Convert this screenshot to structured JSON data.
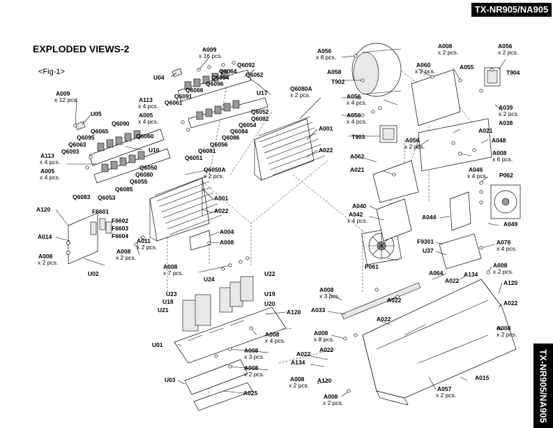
{
  "header": {
    "model": "TX-NR905/NA905"
  },
  "side_tab": {
    "model": "TX-NR905/NA905"
  },
  "title": "EXPLODED VIEWS-2",
  "figure": "<Fig-1>",
  "labels": {
    "a009_top": "A009",
    "a009_top_qty": "x 16 pcs.",
    "u04": "U04",
    "q6092": "Q6092",
    "q6064": "Q6064",
    "q6062": "Q6062",
    "q6094": "Q6094",
    "q6096": "Q6096",
    "q6066": "Q6066",
    "q6091": "Q6091",
    "q6061": "Q6061",
    "u17": "U17",
    "q6080a": "Q6080A",
    "q6080a_qty": "x 2 pcs.",
    "a113_top": "A113",
    "a113_top_qty": "x 4 pcs.",
    "a005_top": "A005",
    "a005_top_qty": "x 4 pcs.",
    "q6052": "Q6052",
    "q6082": "Q6082",
    "q6054": "Q6054",
    "q6084": "Q6084",
    "q6086": "Q6086",
    "q6056": "Q6056",
    "q6081": "Q6081",
    "q6051": "Q6051",
    "a001_right": "A001",
    "a022_right": "A022",
    "a009_left": "A009",
    "a009_left_qty": "x 12 pcs.",
    "u05": "U05",
    "q6065": "Q6065",
    "q6090": "Q6090",
    "q6095": "Q6095",
    "q6060": "Q6060",
    "q6063": "Q6063",
    "q6093": "Q6093",
    "u16": "U16",
    "a113_left": "A113",
    "a113_left_qty": "x 4 pcs.",
    "a005_left": "A005",
    "a005_left_qty": "x 4 pcs.",
    "q6050": "Q6050",
    "q6080": "Q6080",
    "q6055": "Q6055",
    "q6085": "Q6085",
    "q6083": "Q6083",
    "q6053": "Q6053",
    "q6050a": "Q6050A",
    "q6050a_qty": "x 2 pcs.",
    "a001_left": "A001",
    "a022_left": "A022",
    "a120_left": "A120",
    "f6601": "F6601",
    "f6602": "F6602",
    "f6603": "F6603",
    "f6604": "F6604",
    "a014": "A014",
    "a008_l": "A008",
    "a008_l_qty": "x 2 pcs.",
    "u02": "U02",
    "a011": "A011",
    "a011_qty": "x 2 pcs.",
    "a008_m": "A008",
    "a008_m_qty": "x 2 pcs.",
    "a004": "A004",
    "a008_m2": "A008",
    "a008_7": "A008",
    "a008_7_qty": "x 7 pcs.",
    "u24": "U24",
    "u22": "U22",
    "u23": "U23",
    "u18": "U18",
    "u21": "U21",
    "u19": "U19",
    "u20": "U20",
    "a120_mid": "A120",
    "a008_4": "A008",
    "a008_4_qty": "x 4 pcs.",
    "u01": "U01",
    "a008_3": "A008",
    "a008_3_qty": "x 3 pcs.",
    "a008_2b": "A008",
    "a008_2b_qty": "x 2 pcs.",
    "u03": "U03",
    "a025": "A025",
    "a056_8": "A056",
    "a056_8_qty": "x 8 pcs.",
    "a058": "A058",
    "t902": "T902",
    "a056_4": "A056",
    "a056_4_qty": "x 4 pcs.",
    "a056_4b": "A056",
    "a056_4b_qty": "x 4 pcs.",
    "t903": "T903",
    "a060": "A060",
    "a060_qty": "x 2 pcs.",
    "a055": "A055",
    "a008_tr": "A008",
    "a008_tr_qty": "x 2 pcs.",
    "a056_tr": "A056",
    "a056_tr_qty": "x 2 pcs.",
    "t904": "T904",
    "a039": "A039",
    "a039_qty": "x 2 pcs.",
    "a038": "A038",
    "a021_r": "A021",
    "a048": "A048",
    "a056_2": "A056",
    "a056_2_qty": "x 2 pcs.",
    "a008_6": "A008",
    "a008_6_qty": "x 6 pcs.",
    "a062": "A062",
    "a021_l": "A021",
    "a046": "A046",
    "a046_qty": "x 4 pcs.",
    "p062": "P062",
    "a040": "A040",
    "a042": "A042",
    "a042_qty": "x 4 pcs.",
    "a044": "A044",
    "a049": "A049",
    "p061": "P061",
    "f9301": "F9301",
    "u37": "U37",
    "a076": "A076",
    "a076_qty": "x 4 pcs.",
    "a064": "A064",
    "a134_r": "A134",
    "a022_r2": "A022",
    "a008_r2": "A008",
    "a008_r2_qty": "x 2 pcs.",
    "a120_r": "A120",
    "a022_r3": "A022",
    "a008_r3": "A008",
    "a008_r3_qty": "x 2 pcs.",
    "a008_3b": "A008",
    "a008_3b_qty": "x 3 pcs.",
    "a033": "A033",
    "a022_c": "A022",
    "a022_c2": "A022",
    "a008_8": "A008",
    "a008_8_qty": "x 8 pcs.",
    "a022_b": "A022",
    "a022_b2": "A022",
    "a134_b": "A134",
    "a008_b": "A008",
    "a008_b_qty": "x 2 pcs.",
    "a120_b": "A120",
    "a057": "A057",
    "a057_qty": "x 2 pcs.",
    "a015": "A015",
    "a008_bb": "A008",
    "a008_bb_qty": "x 2 pcs."
  }
}
